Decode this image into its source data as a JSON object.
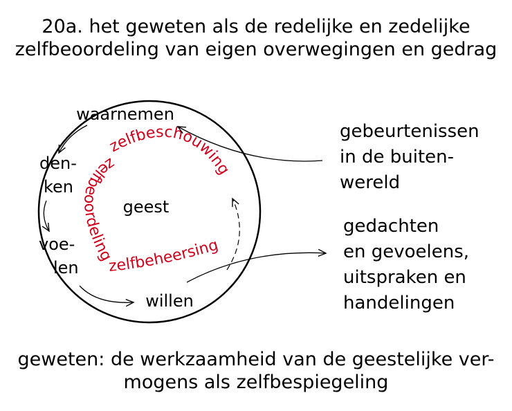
{
  "title": {
    "line1": "20a. het geweten als de redelijke en zedelijke",
    "line2": "zelfbeoordeling van eigen overwegingen en gedrag"
  },
  "circle": {
    "center": "geest",
    "faculties": {
      "waarnemen": "waarnemen",
      "denken_1": "den-",
      "denken_2": "ken",
      "voelen_1": "voe-",
      "voelen_2": "len",
      "willen": "willen"
    },
    "arcs": {
      "zelfbeschouwing": "zelfbeschouwing",
      "zelfbeoordeling": "zelfbeoordeling",
      "zelfbeheersing": "zelfbeheersing"
    }
  },
  "outer_world": {
    "line1": "gebeurtenissen",
    "line2": "in de buiten-",
    "line3": "wereld"
  },
  "output": {
    "line1": "gedachten",
    "line2": "en gevoelens,",
    "line3": "uitspraken en",
    "line4": "handelingen"
  },
  "footer": {
    "line1": "geweten: de werkzaamheid van de geestelijke ver-",
    "line2": "mogens als zelfbespiegeling"
  },
  "colors": {
    "ink": "#000000",
    "red": "#d0021b"
  }
}
